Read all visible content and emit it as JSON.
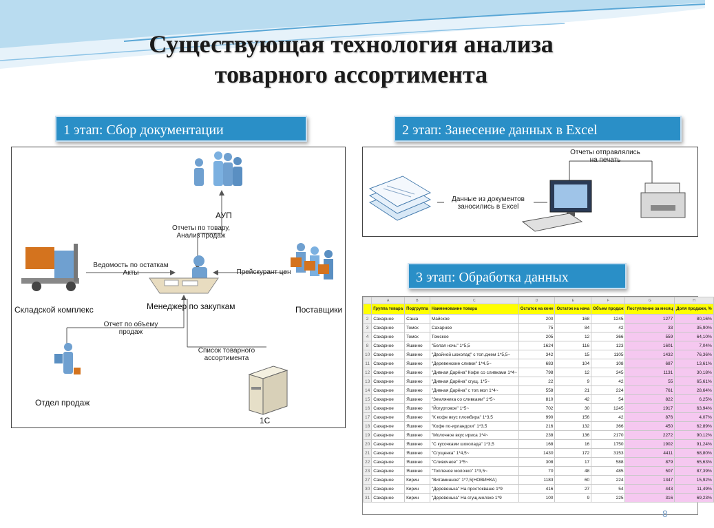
{
  "slide": {
    "title_line1": "Существующая технология анализа",
    "title_line2": "товарного ассортимента",
    "page_number": "8"
  },
  "stages": [
    {
      "label": "1 этап: Сбор документации"
    },
    {
      "label": "2 этап: Занесение данных в Excel"
    },
    {
      "label": "3 этап: Обработка данных"
    }
  ],
  "diagram1": {
    "aup": "АУП",
    "reports_label": "Отчеты по товару,\nАнализ продаж",
    "warehouse": "Складской комплекс",
    "stock_label": "Ведомость по остаткам\nАкты",
    "manager": "Менеджер по закупкам",
    "pricelist_label": "Прейскурант цен",
    "suppliers": "Поставщики",
    "sales_report_label": "Отчет по объему продаж",
    "product_list_label": "Список товарного\nассортимента",
    "sales_dept": "Отдел продаж",
    "onec": "1С"
  },
  "diagram2": {
    "printed_label": "Отчеты отправлялись\nна печать",
    "entered_label": "Данные из документов\nзаносились в Excel"
  },
  "spreadsheet": {
    "col_letters": [
      "A",
      "B",
      "C",
      "D",
      "E",
      "F",
      "G",
      "H"
    ],
    "headers": [
      "Группа товара",
      "Подгруппа",
      "Наименование товара",
      "Остаток на конe",
      "Остаток на нача",
      "Объем продаж",
      "Поступление за месяц",
      "Доля продажи, %"
    ],
    "rows": [
      [
        "2",
        "Сахарное",
        "Саша",
        "Майское",
        "200",
        "168",
        "1245",
        "1277",
        "80,16%"
      ],
      [
        "3",
        "Сахарное",
        "Томск",
        "Сахарное",
        "75",
        "84",
        "42",
        "33",
        "35,90%"
      ],
      [
        "4",
        "Сахарное",
        "Томск",
        "Томское",
        "205",
        "12",
        "366",
        "559",
        "64,10%"
      ],
      [
        "8",
        "Сахарное",
        "Яшкино",
        "\"Белая ночь\" 1*5,5",
        "1624",
        "116",
        "123",
        "1601",
        "7,04%"
      ],
      [
        "10",
        "Сахарное",
        "Яшкино",
        "\"Двойной шоколад\" с топ.джем 1*5,5~",
        "342",
        "15",
        "1105",
        "1432",
        "76,36%"
      ],
      [
        "11",
        "Сахарное",
        "Яшкино",
        "\"Деревенские сливки\" 1*4.5~",
        "683",
        "104",
        "108",
        "687",
        "13,61%"
      ],
      [
        "12",
        "Сахарное",
        "Яшкино",
        "\"Дивная Дарёна\" Кофе со сливками 1*4~",
        "798",
        "12",
        "345",
        "1131",
        "30,18%"
      ],
      [
        "13",
        "Сахарное",
        "Яшкино",
        "\"Дивная Дарёна\" сгущ. 1*5~",
        "22",
        "9",
        "42",
        "55",
        "65,61%"
      ],
      [
        "14",
        "Сахарное",
        "Яшкино",
        "\"Дивная Дарёна\" с топ.мол 1*4~",
        "558",
        "21",
        "224",
        "761",
        "28,64%"
      ],
      [
        "15",
        "Сахарное",
        "Яшкино",
        "\"Земляника со сливками\" 1*5~",
        "810",
        "42",
        "54",
        "822",
        "6,25%"
      ],
      [
        "16",
        "Сахарное",
        "Яшкино",
        "\"Йогуртовое\" 1*5~",
        "702",
        "30",
        "1245",
        "1917",
        "63,94%"
      ],
      [
        "17",
        "Сахарное",
        "Яшкино",
        "\"К кофе вкус пломбира\" 1*3,5",
        "990",
        "156",
        "42",
        "876",
        "4,07%"
      ],
      [
        "18",
        "Сахарное",
        "Яшкино",
        "\"Кофе по-ирландски\" 1*3,5",
        "216",
        "132",
        "366",
        "450",
        "62,89%"
      ],
      [
        "19",
        "Сахарное",
        "Яшкино",
        "\"Молочное вкус ириса 1*4~",
        "238",
        "136",
        "2170",
        "2272",
        "90,12%"
      ],
      [
        "20",
        "Сахарное",
        "Яшкино",
        "\"С кусочками шоколада\" 1*3,5",
        "168",
        "16",
        "1750",
        "1902",
        "91,24%"
      ],
      [
        "21",
        "Сахарное",
        "Яшкино",
        "\"Сгущенка\" 1*4,5~",
        "1430",
        "172",
        "3153",
        "4411",
        "68,80%"
      ],
      [
        "22",
        "Сахарное",
        "Яшкино",
        "\"Сливочное\" 1*5~",
        "308",
        "17",
        "588",
        "879",
        "65,63%"
      ],
      [
        "23",
        "Сахарное",
        "Яшкино",
        "\"Топленое молочко\" 1*3,5~",
        "70",
        "48",
        "485",
        "507",
        "87,39%"
      ],
      [
        "27",
        "Сахарное",
        "Кирин",
        "\"Витаминное\" 1*7,5(НОВИНКА)",
        "1183",
        "60",
        "224",
        "1347",
        "15,92%"
      ],
      [
        "30",
        "Сахарное",
        "Кирин",
        "\"Деревенька\" На простокваше 1*9",
        "416",
        "27",
        "54",
        "443",
        "11,49%"
      ],
      [
        "31",
        "Сахарное",
        "Кирин",
        "\"Деревенька\" На сгущ.молоке 1*9",
        "100",
        "9",
        "225",
        "316",
        "69,23%"
      ]
    ]
  },
  "colors": {
    "stage_bg": "#2a8fc7",
    "header_yellow": "#ffff00",
    "pink_cells": "#f5c8f0",
    "swoosh": "#5aa7d6"
  }
}
